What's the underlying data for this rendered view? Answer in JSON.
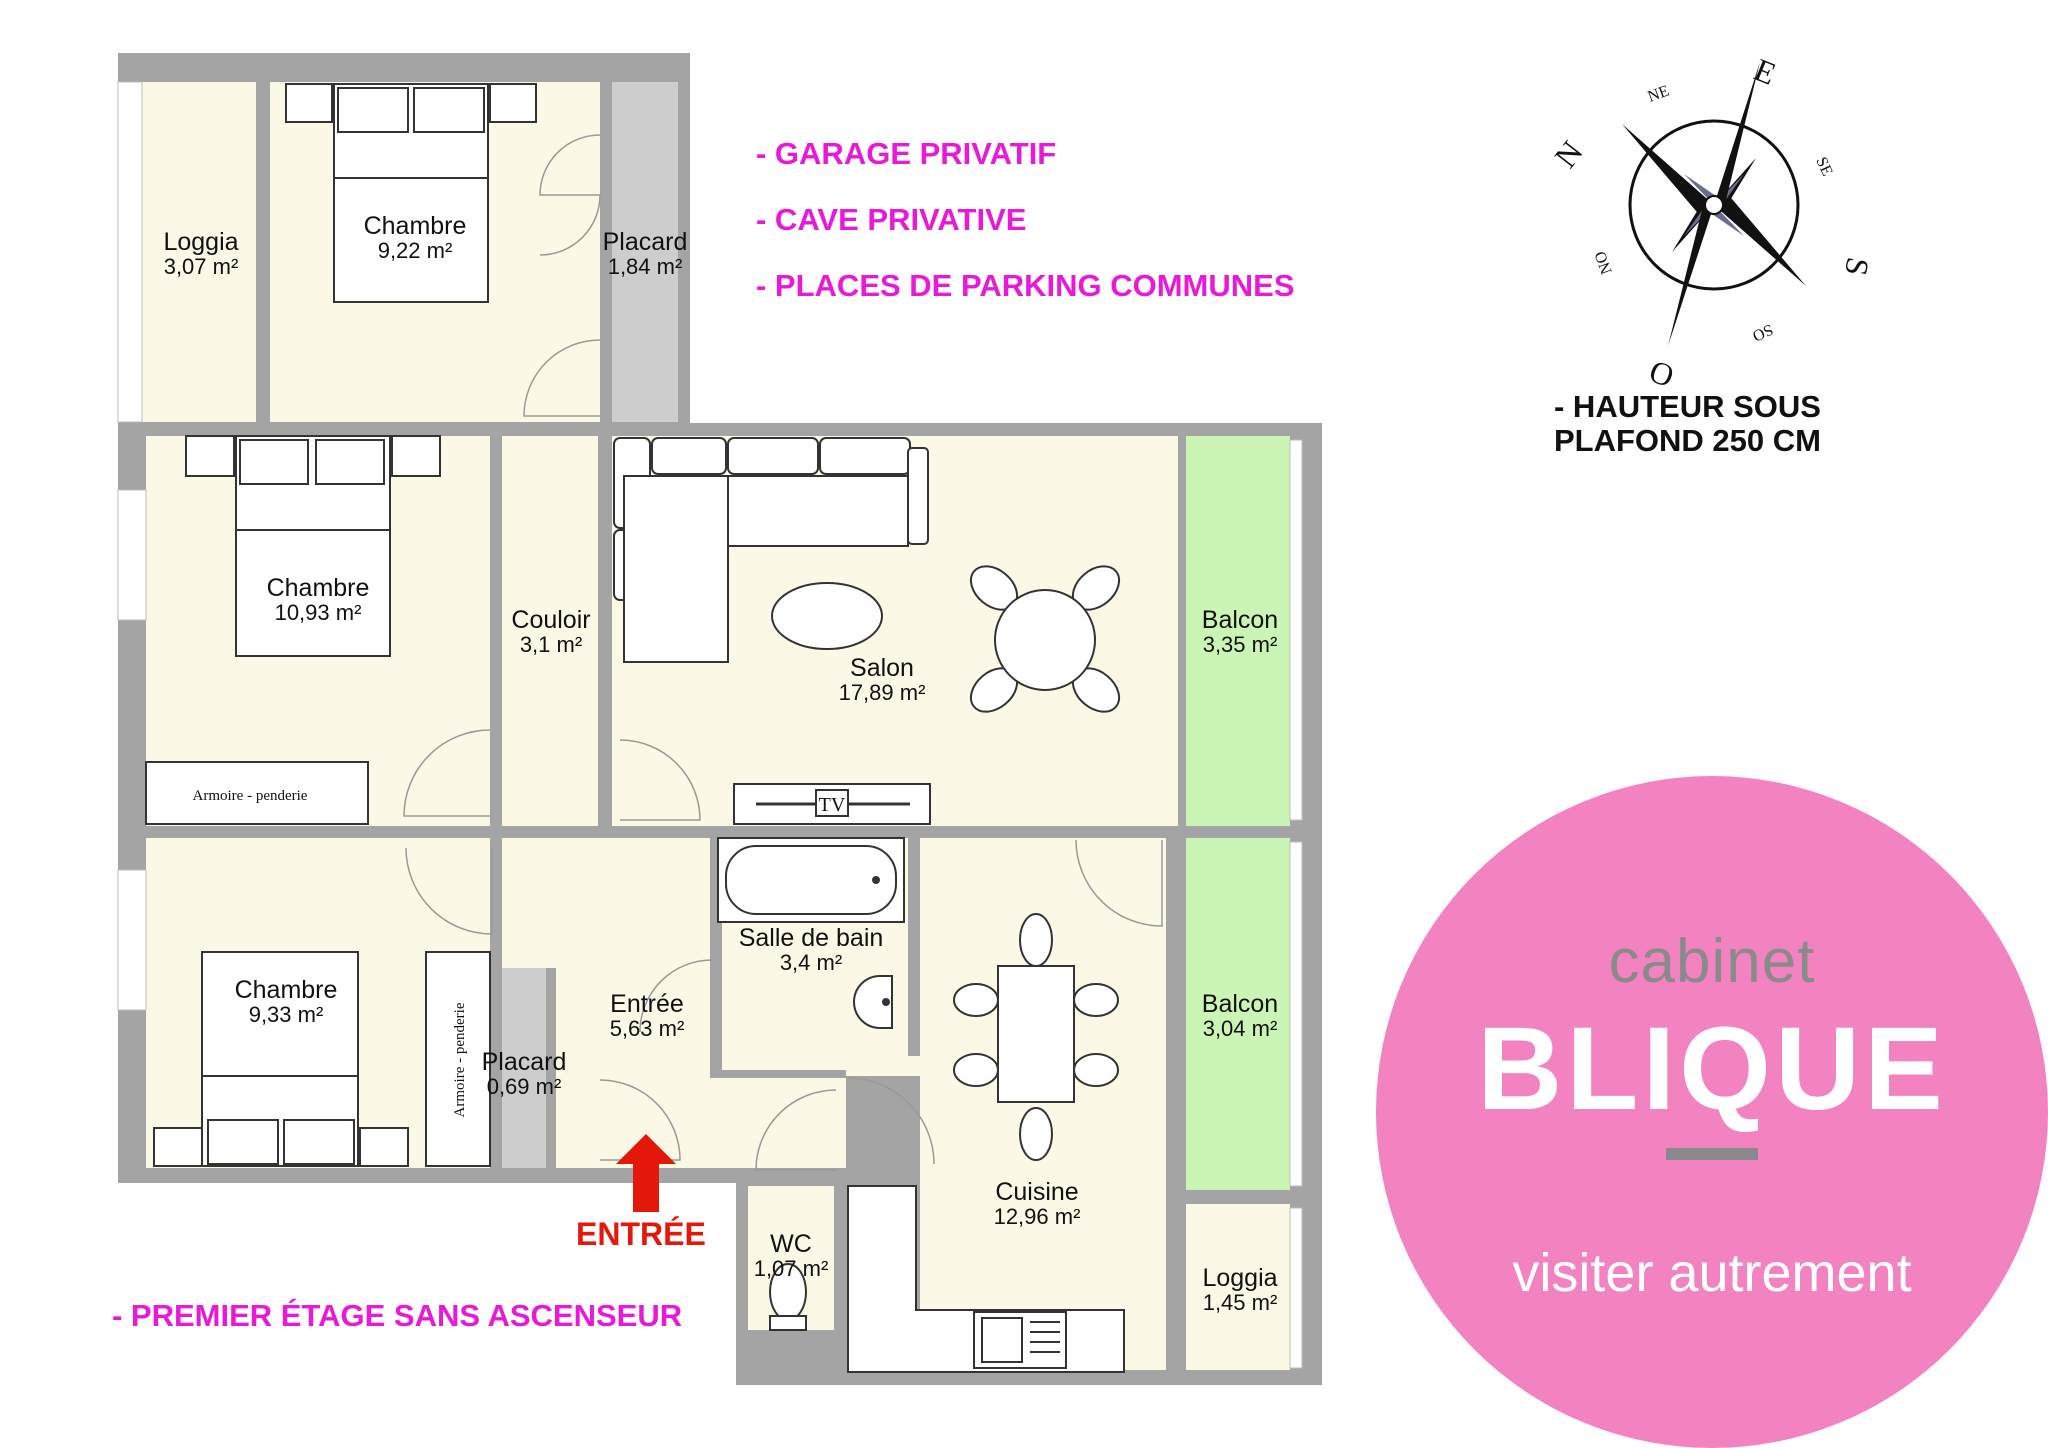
{
  "rooms": [
    {
      "name": "Loggia",
      "area": "3,07 m²"
    },
    {
      "name": "Chambre",
      "area": "9,22 m²"
    },
    {
      "name": "Placard",
      "area": "1,84 m²"
    },
    {
      "name": "Chambre",
      "area": "10,93 m²"
    },
    {
      "name": "Couloir",
      "area": "3,1 m²"
    },
    {
      "name": "Salon",
      "area": "17,89 m²"
    },
    {
      "name": "Balcon",
      "area": "3,35 m²"
    },
    {
      "name": "Chambre",
      "area": "9,33 m²"
    },
    {
      "name": "Placard",
      "area": "0,69 m²"
    },
    {
      "name": "Entrée",
      "area": "5,63 m²"
    },
    {
      "name": "Salle de bain",
      "area": "3,4 m²"
    },
    {
      "name": "Balcon",
      "area": "3,04 m²"
    },
    {
      "name": "Cuisine",
      "area": "12,96 m²"
    },
    {
      "name": "WC",
      "area": "1,07 m²"
    },
    {
      "name": "Loggia",
      "area": "1,45 m²"
    }
  ],
  "furniture": {
    "wardrobe_1": "Armoire - penderie",
    "wardrobe_2": "Armoire - penderie",
    "tv": "TV"
  },
  "notes": {
    "garage": "- GARAGE PRIVATIF",
    "cave": "- CAVE PRIVATIVE",
    "parking": "- PLACES DE PARKING COMMUNES",
    "floor": "- PREMIER ÉTAGE SANS ASCENSEUR",
    "height_line1": "- HAUTEUR SOUS",
    "height_line2": "PLAFOND 250 CM"
  },
  "entrance": {
    "label": "ENTRÉE"
  },
  "compass": {
    "n": "N",
    "e": "E",
    "s": "S",
    "o": "O",
    "ne": "NE",
    "se": "SE",
    "so": "SO",
    "no": "NO"
  },
  "brand": {
    "line1": "cabinet",
    "line2": "BLIQUE",
    "tagline": "visiter autrement"
  },
  "colors": {
    "room_fill": "#fbf8e6",
    "wall": "#a4a4a4",
    "balcony": "#cbf5b4",
    "notes_magenta": "#e81ad8",
    "entry_red": "#e3170a",
    "brand_pink": "#f283c0",
    "brand_grey": "#8a8a8a"
  }
}
